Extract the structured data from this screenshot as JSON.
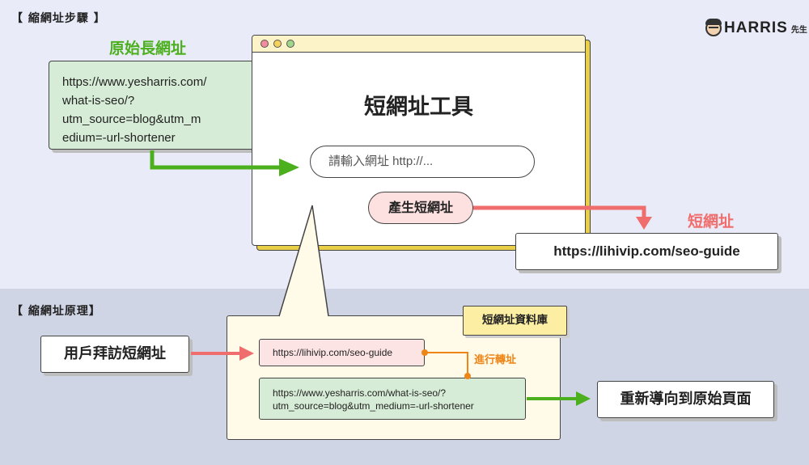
{
  "sections": {
    "top_title": "【 縮網址步驟 】",
    "bottom_title": "【 縮網址原理】"
  },
  "logo": {
    "text": "HARRIS",
    "suffix": "先生"
  },
  "original_url": {
    "label": "原始長網址",
    "lines": [
      "https://www.yesharris.com/",
      "what-is-seo/?",
      "utm_source=blog&utm_m",
      "edium=-url-shortener"
    ]
  },
  "tool": {
    "title": "短網址工具",
    "input_placeholder": "請輸入網址 http://...",
    "button_label": "產生短網址"
  },
  "short_url": {
    "label": "短網址",
    "value": "https://lihivip.com/seo-guide"
  },
  "principle": {
    "visit_label": "用戶拜訪短網址",
    "db_label": "短網址資料庫",
    "db_short": "https://lihivip.com/seo-guide",
    "db_long_lines": [
      "https://www.yesharris.com/what-is-seo/?",
      "utm_source=blog&utm_medium=-url-shortener"
    ],
    "redirect_label": "進行轉址",
    "result_label": "重新導向到原始頁面"
  },
  "colors": {
    "green": "#4caf1e",
    "red": "#f06d6d",
    "orange": "#ee8517",
    "yellow": "#e9cf48"
  }
}
